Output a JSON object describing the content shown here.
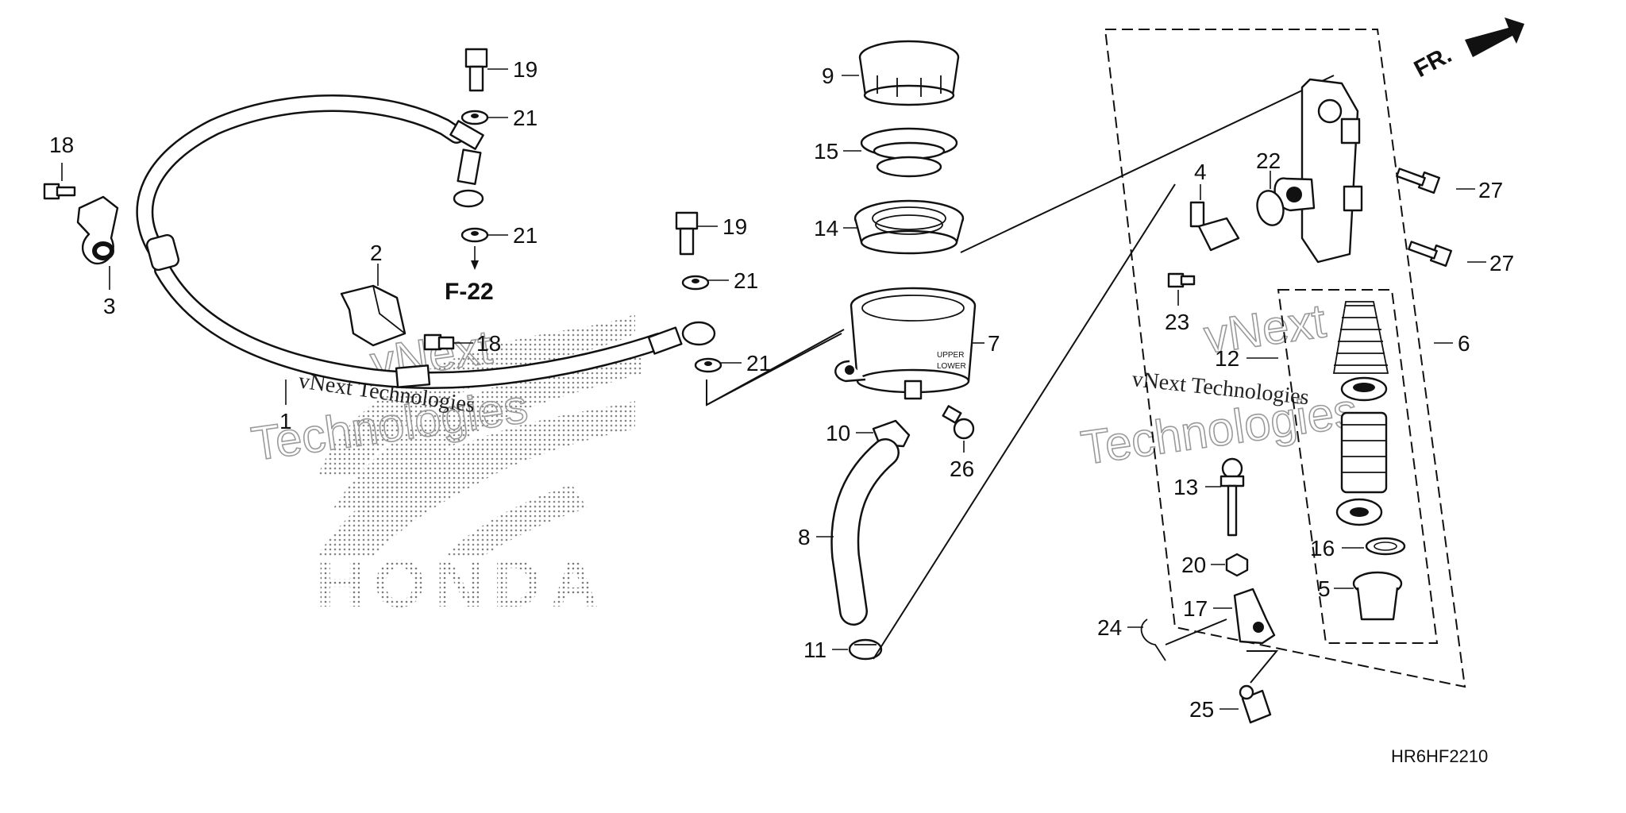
{
  "diagram": {
    "code": "HR6HF2210",
    "direction_label": "FR.",
    "ref_label": "F-22",
    "watermark_text": "vNext Technologies",
    "watermark_line1": "vNext",
    "watermark_line2": "Technologies",
    "brand_mark": "HONDA",
    "callouts": [
      {
        "id": "c19a",
        "num": "19"
      },
      {
        "id": "c21a",
        "num": "21"
      },
      {
        "id": "c21b",
        "num": "21"
      },
      {
        "id": "c18a",
        "num": "18"
      },
      {
        "id": "c3",
        "num": "3"
      },
      {
        "id": "c2",
        "num": "2"
      },
      {
        "id": "c18b",
        "num": "18"
      },
      {
        "id": "c1",
        "num": "1"
      },
      {
        "id": "c19b",
        "num": "19"
      },
      {
        "id": "c21c",
        "num": "21"
      },
      {
        "id": "c21d",
        "num": "21"
      },
      {
        "id": "c9",
        "num": "9"
      },
      {
        "id": "c15",
        "num": "15"
      },
      {
        "id": "c14",
        "num": "14"
      },
      {
        "id": "c7",
        "num": "7"
      },
      {
        "id": "c10",
        "num": "10"
      },
      {
        "id": "c26",
        "num": "26"
      },
      {
        "id": "c8",
        "num": "8"
      },
      {
        "id": "c11",
        "num": "11"
      },
      {
        "id": "c4",
        "num": "4"
      },
      {
        "id": "c22",
        "num": "22"
      },
      {
        "id": "c27a",
        "num": "27"
      },
      {
        "id": "c27b",
        "num": "27"
      },
      {
        "id": "c23",
        "num": "23"
      },
      {
        "id": "c6",
        "num": "6"
      },
      {
        "id": "c12",
        "num": "12"
      },
      {
        "id": "c13",
        "num": "13"
      },
      {
        "id": "c16",
        "num": "16"
      },
      {
        "id": "c20",
        "num": "20"
      },
      {
        "id": "c5",
        "num": "5"
      },
      {
        "id": "c17",
        "num": "17"
      },
      {
        "id": "c24",
        "num": "24"
      },
      {
        "id": "c25",
        "num": "25"
      }
    ],
    "reservoir_marks": {
      "upper": "UPPER",
      "lower": "LOWER"
    }
  }
}
